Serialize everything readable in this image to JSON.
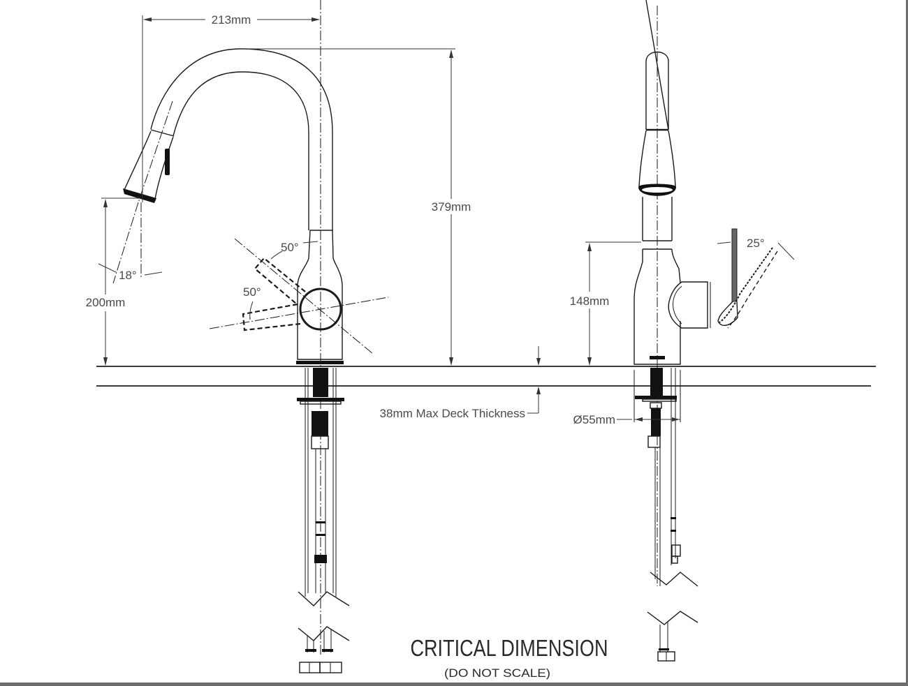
{
  "drawing": {
    "title": "CRITICAL DIMENSION",
    "subtitle": "(DO NOT SCALE)",
    "colors": {
      "line": "#1a1a1a",
      "label": "#4a4a4a",
      "frame": "#6e6e6e"
    }
  },
  "front_view": {
    "dimensions": {
      "spout_reach": "213mm",
      "overall_height": "379mm",
      "aerator_height": "200mm",
      "spray_angle": "18°",
      "handle_angle_upper": "50°",
      "handle_angle_lower": "50°",
      "deck_thickness": "38mm Max Deck Thickness"
    }
  },
  "side_view": {
    "dimensions": {
      "handle_height": "148mm",
      "handle_rotation": "25°",
      "mount_diameter": "Ø55mm"
    }
  }
}
